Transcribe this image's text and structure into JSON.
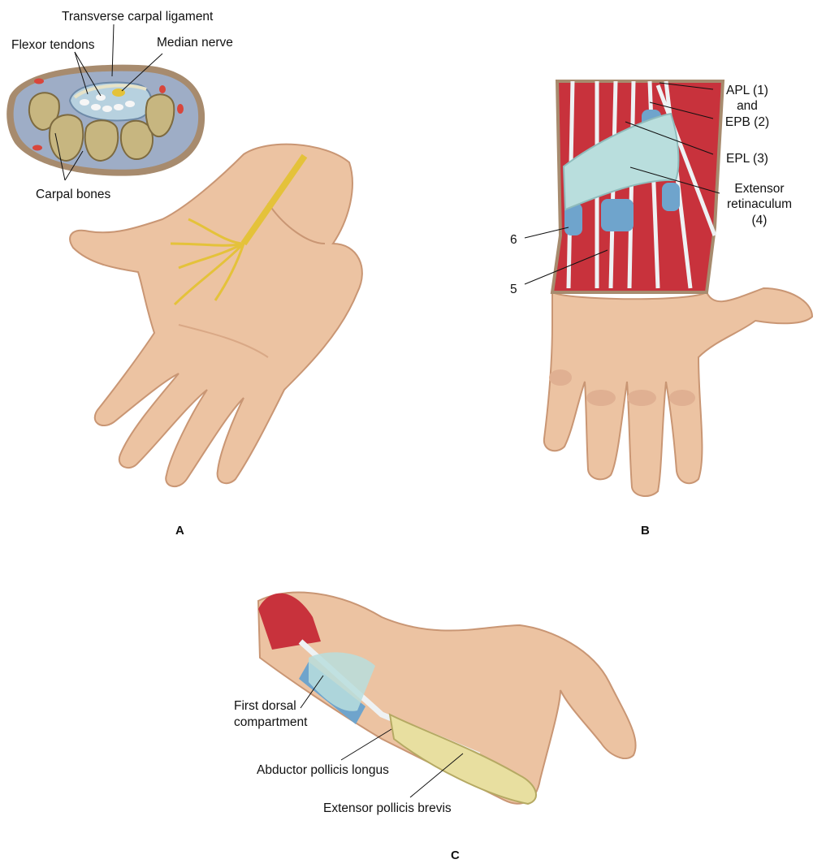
{
  "panels": {
    "a": {
      "letter": "A",
      "labels": {
        "transverse_carpal_ligament": "Transverse carpal ligament",
        "flexor_tendons": "Flexor tendons",
        "median_nerve": "Median nerve",
        "carpal_bones": "Carpal bones"
      }
    },
    "b": {
      "letter": "B",
      "labels": {
        "apl_line1": "APL (1)",
        "apl_line2": "and",
        "apl_line3": "EPB (2)",
        "epl": "EPL (3)",
        "ext_line1": "Extensor",
        "ext_line2": "retinaculum",
        "ext_line3": "(4)",
        "six": "6",
        "five": "5"
      }
    },
    "c": {
      "letter": "C",
      "labels": {
        "first_dorsal_line1": "First dorsal",
        "first_dorsal_line2": "compartment",
        "abductor": "Abductor pollicis longus",
        "extensor_brevis": "Extensor pollicis brevis"
      }
    }
  },
  "colors": {
    "skin": "#ecc3a2",
    "skin_shadow": "#c99674",
    "muscle": "#c8323c",
    "tendon": "#eef2f4",
    "sheath": "#6fa4cc",
    "retinaculum": "#b9dedd",
    "nerve": "#e4c23a",
    "bone": "#e8dfa0",
    "section_fill": "#9eadc6"
  }
}
